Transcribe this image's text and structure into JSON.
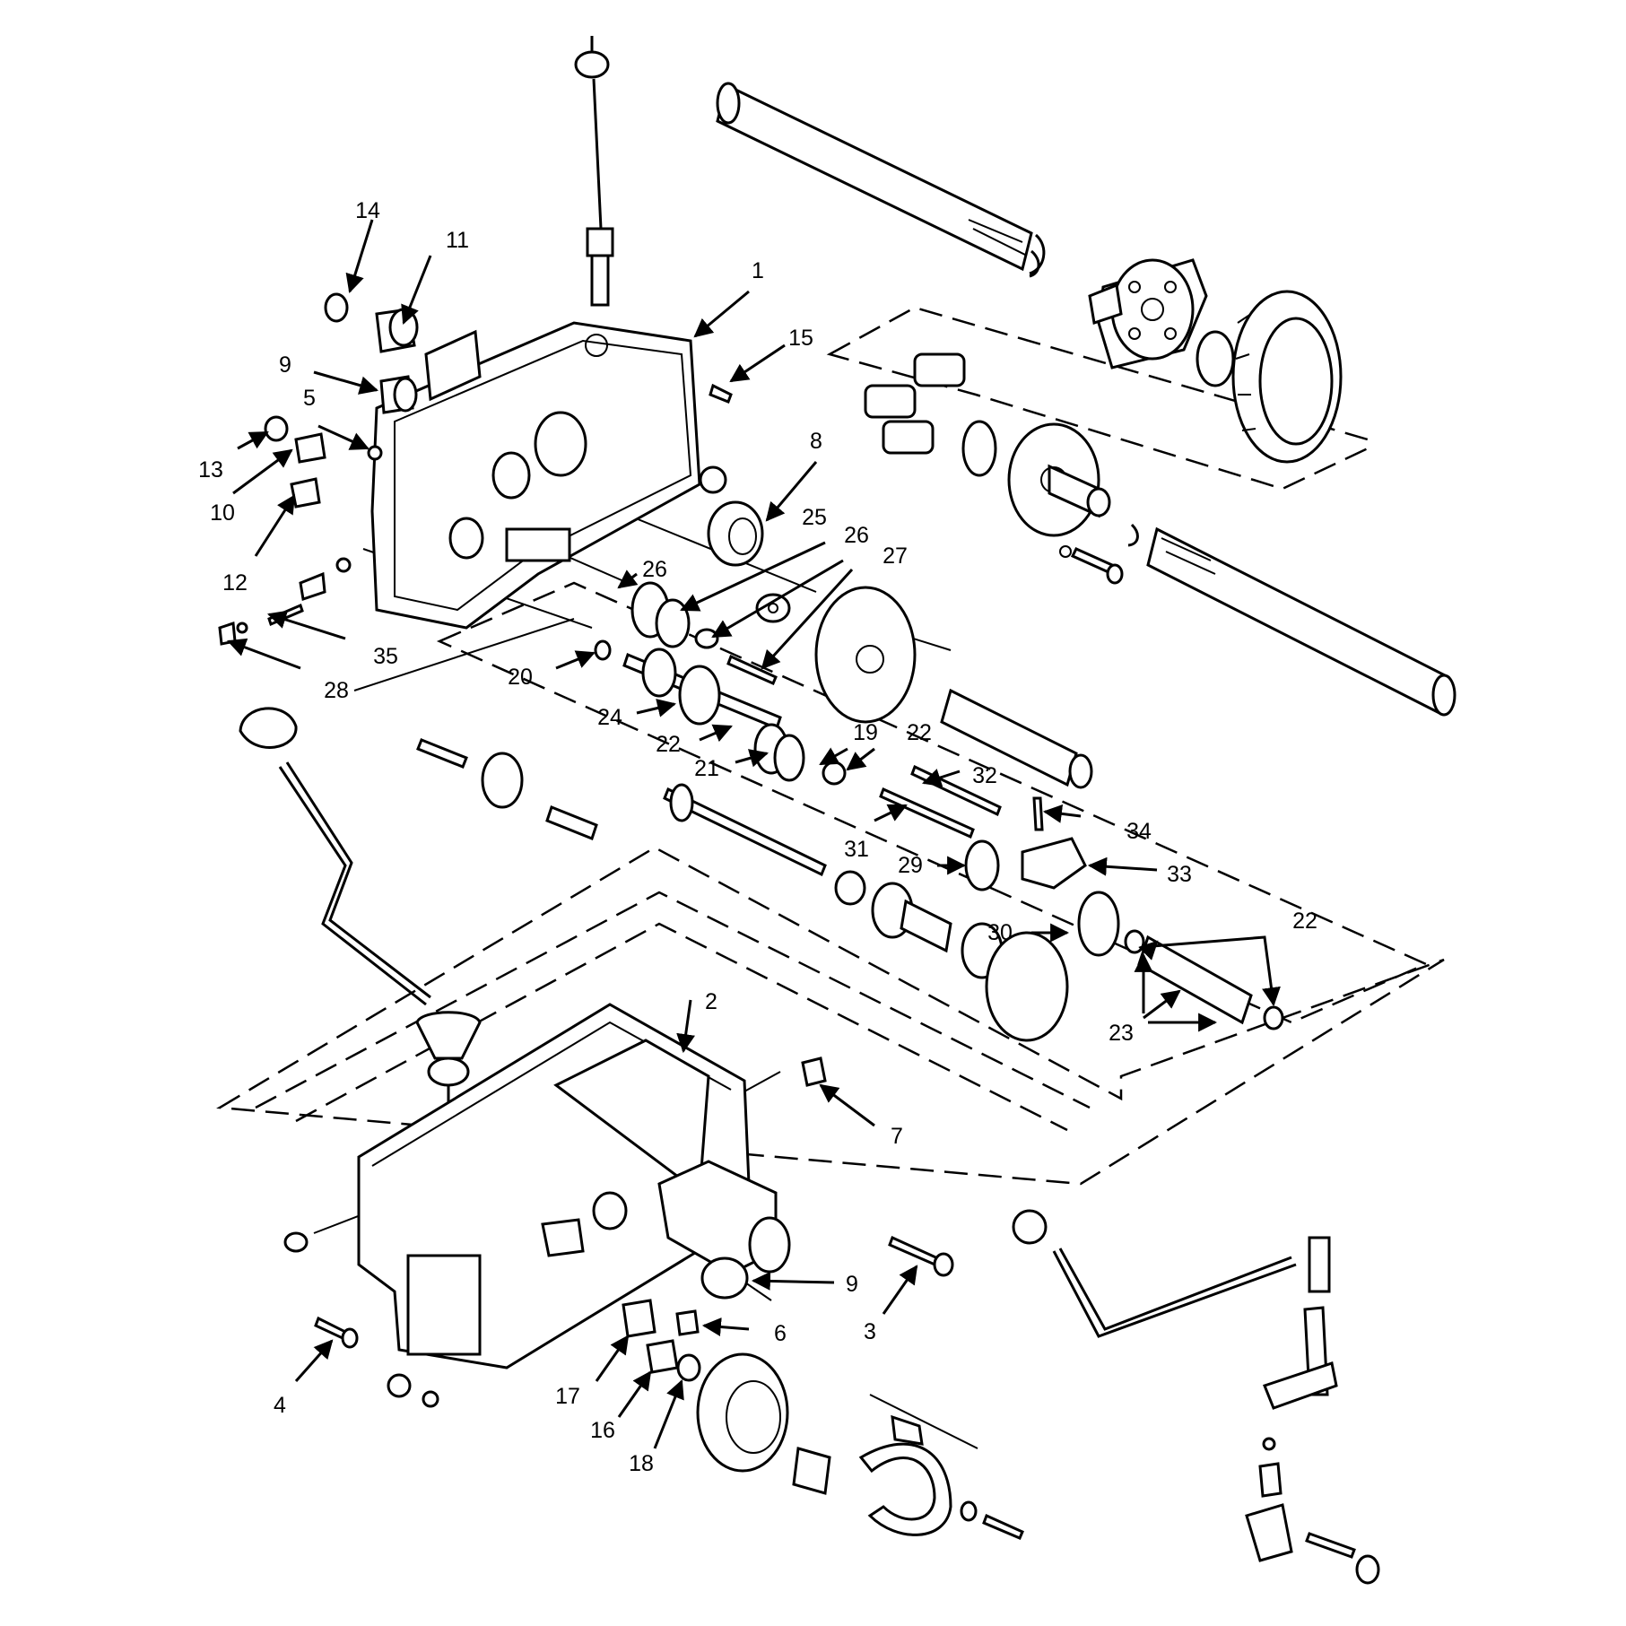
{
  "callouts": [
    {
      "id": "c1",
      "text": "1"
    },
    {
      "id": "c2",
      "text": "2"
    },
    {
      "id": "c3",
      "text": "3"
    },
    {
      "id": "c4",
      "text": "4"
    },
    {
      "id": "c5",
      "text": "5"
    },
    {
      "id": "c6",
      "text": "6"
    },
    {
      "id": "c7",
      "text": "7"
    },
    {
      "id": "c8",
      "text": "8"
    },
    {
      "id": "c9a",
      "text": "9"
    },
    {
      "id": "c9b",
      "text": "9"
    },
    {
      "id": "c10",
      "text": "10"
    },
    {
      "id": "c11",
      "text": "11"
    },
    {
      "id": "c12",
      "text": "12"
    },
    {
      "id": "c13",
      "text": "13"
    },
    {
      "id": "c14",
      "text": "14"
    },
    {
      "id": "c15",
      "text": "15"
    },
    {
      "id": "c16",
      "text": "16"
    },
    {
      "id": "c17",
      "text": "17"
    },
    {
      "id": "c18",
      "text": "18"
    },
    {
      "id": "c19",
      "text": "19"
    },
    {
      "id": "c20",
      "text": "20"
    },
    {
      "id": "c21",
      "text": "21"
    },
    {
      "id": "c22a",
      "text": "22"
    },
    {
      "id": "c22b",
      "text": "22"
    },
    {
      "id": "c22c",
      "text": "22"
    },
    {
      "id": "c23",
      "text": "23"
    },
    {
      "id": "c24",
      "text": "24"
    },
    {
      "id": "c25",
      "text": "25"
    },
    {
      "id": "c26a",
      "text": "26"
    },
    {
      "id": "c26b",
      "text": "26"
    },
    {
      "id": "c27",
      "text": "27"
    },
    {
      "id": "c28",
      "text": "28"
    },
    {
      "id": "c29",
      "text": "29"
    },
    {
      "id": "c30",
      "text": "30"
    },
    {
      "id": "c31",
      "text": "31"
    },
    {
      "id": "c32",
      "text": "32"
    },
    {
      "id": "c33",
      "text": "33"
    },
    {
      "id": "c34",
      "text": "34"
    },
    {
      "id": "c35",
      "text": "35"
    }
  ]
}
